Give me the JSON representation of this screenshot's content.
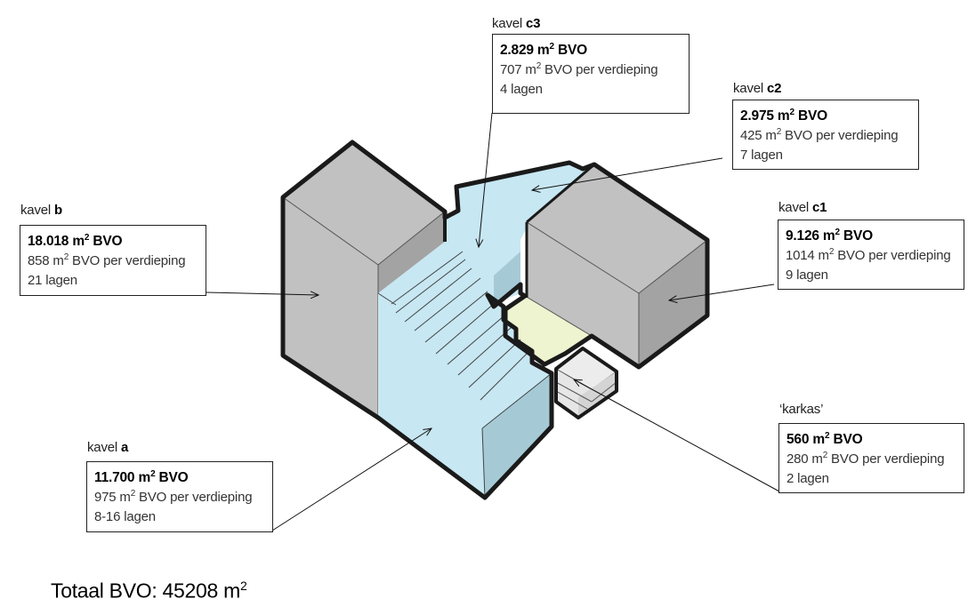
{
  "plots": [
    {
      "id": "c3",
      "prefix": "kavel",
      "code": "c3",
      "total": "2.829",
      "per_floor": "707",
      "floors": "4 lagen"
    },
    {
      "id": "c2",
      "prefix": "kavel",
      "code": "c2",
      "total": "2.975",
      "per_floor": "425",
      "floors": "7 lagen"
    },
    {
      "id": "b",
      "prefix": "kavel",
      "code": "b",
      "total": "18.018",
      "per_floor": "858",
      "floors": "21 lagen"
    },
    {
      "id": "c1",
      "prefix": "kavel",
      "code": "c1",
      "total": "9.126",
      "per_floor": "1014",
      "floors": "9 lagen"
    },
    {
      "id": "karkas",
      "prefix": "‘karkas’",
      "code": "",
      "total": "560",
      "per_floor": "280",
      "floors": "2 lagen"
    },
    {
      "id": "a",
      "prefix": "kavel",
      "code": "a",
      "total": "11.700",
      "per_floor": "975",
      "floors": "8-16 lagen"
    }
  ],
  "units": {
    "area": "m",
    "area_exp": "2",
    "bvo": "BVO",
    "per_floor_suffix": "BVO per verdieping"
  },
  "total": {
    "label": "Totaal BVO:",
    "value": "45208",
    "unit": "m",
    "unit_exp": "2"
  },
  "colors": {
    "gray_top": "#c1c1c1",
    "gray_side": "#a3a3a3",
    "blue_light": "#c7e7f2",
    "blue_dark": "#a5cad6",
    "yellow": "#eef3d0",
    "white_block": "#e6e6e6",
    "outline": "#1a1a1a"
  }
}
